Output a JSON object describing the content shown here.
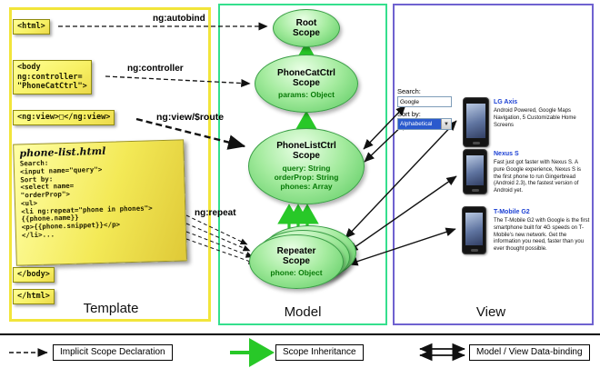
{
  "columns": {
    "template_label": "Template",
    "model_label": "Model",
    "view_label": "View"
  },
  "template": {
    "html_open": "<html>",
    "body_open": "<body\nng:controller=\n\"PhoneCatCtrl\">",
    "ng_view": "<ng:view>□</ng:view>",
    "body_close": "</body>",
    "html_close": "</html>",
    "phone_list_title": "phone-list.html",
    "phone_list_code": "Search:\n<input name=\"query\">\nSort by:\n<select name=\n\"orderProp\">\n<ul>\n<li ng:repeat=\"phone in phones\">\n{{phone.name}}\n<p>{{phone.snippet}}</p>\n</li>..."
  },
  "arrows": {
    "autobind_label": "ng:autobind",
    "controller_label": "ng:controller",
    "view_route_label": "ng:view/$route",
    "repeat_label": "ng:repeat"
  },
  "scopes": {
    "root_name": "Root\nScope",
    "phonecat_name": "PhoneCatCtrl\nScope",
    "phonecat_props": "params: Object",
    "phonelist_name": "PhoneListCtrl\nScope",
    "phonelist_props": "query: String\norderProp: String\nphones: Array",
    "repeater_name": "Repeater\nScope",
    "repeater_props": "phone: Object"
  },
  "view": {
    "search_label": "Search:",
    "search_value": "Google",
    "sort_label": "Sort by:",
    "sort_value": "Alphabetical",
    "phones": [
      {
        "name": "LG Axis",
        "description": "Android Powered, Google Maps Navigation, 5 Customizable Home Screens"
      },
      {
        "name": "Nexus S",
        "description": "Fast just got faster with Nexus S. A pure Google experience, Nexus S is the first phone to run Gingerbread (Android 2.3), the fastest version of Android yet."
      },
      {
        "name": "T-Mobile G2",
        "description": "The T-Mobile G2 with Google is the first smartphone built for 4G speeds on T-Mobile's new network. Get the information you need, faster than you ever thought possible."
      }
    ]
  },
  "legend": {
    "implicit": "Implicit Scope Declaration",
    "inheritance": "Scope Inheritance",
    "binding": "Model / View Data-binding"
  },
  "colors": {
    "template_border": "#f2e53a",
    "model_border": "#35df8d",
    "view_border": "#6f62d0",
    "scope_green": "#58c95e",
    "arrow_green": "#28c828",
    "code_yellow": "#f7f063",
    "link_blue": "#1a3fd4"
  }
}
